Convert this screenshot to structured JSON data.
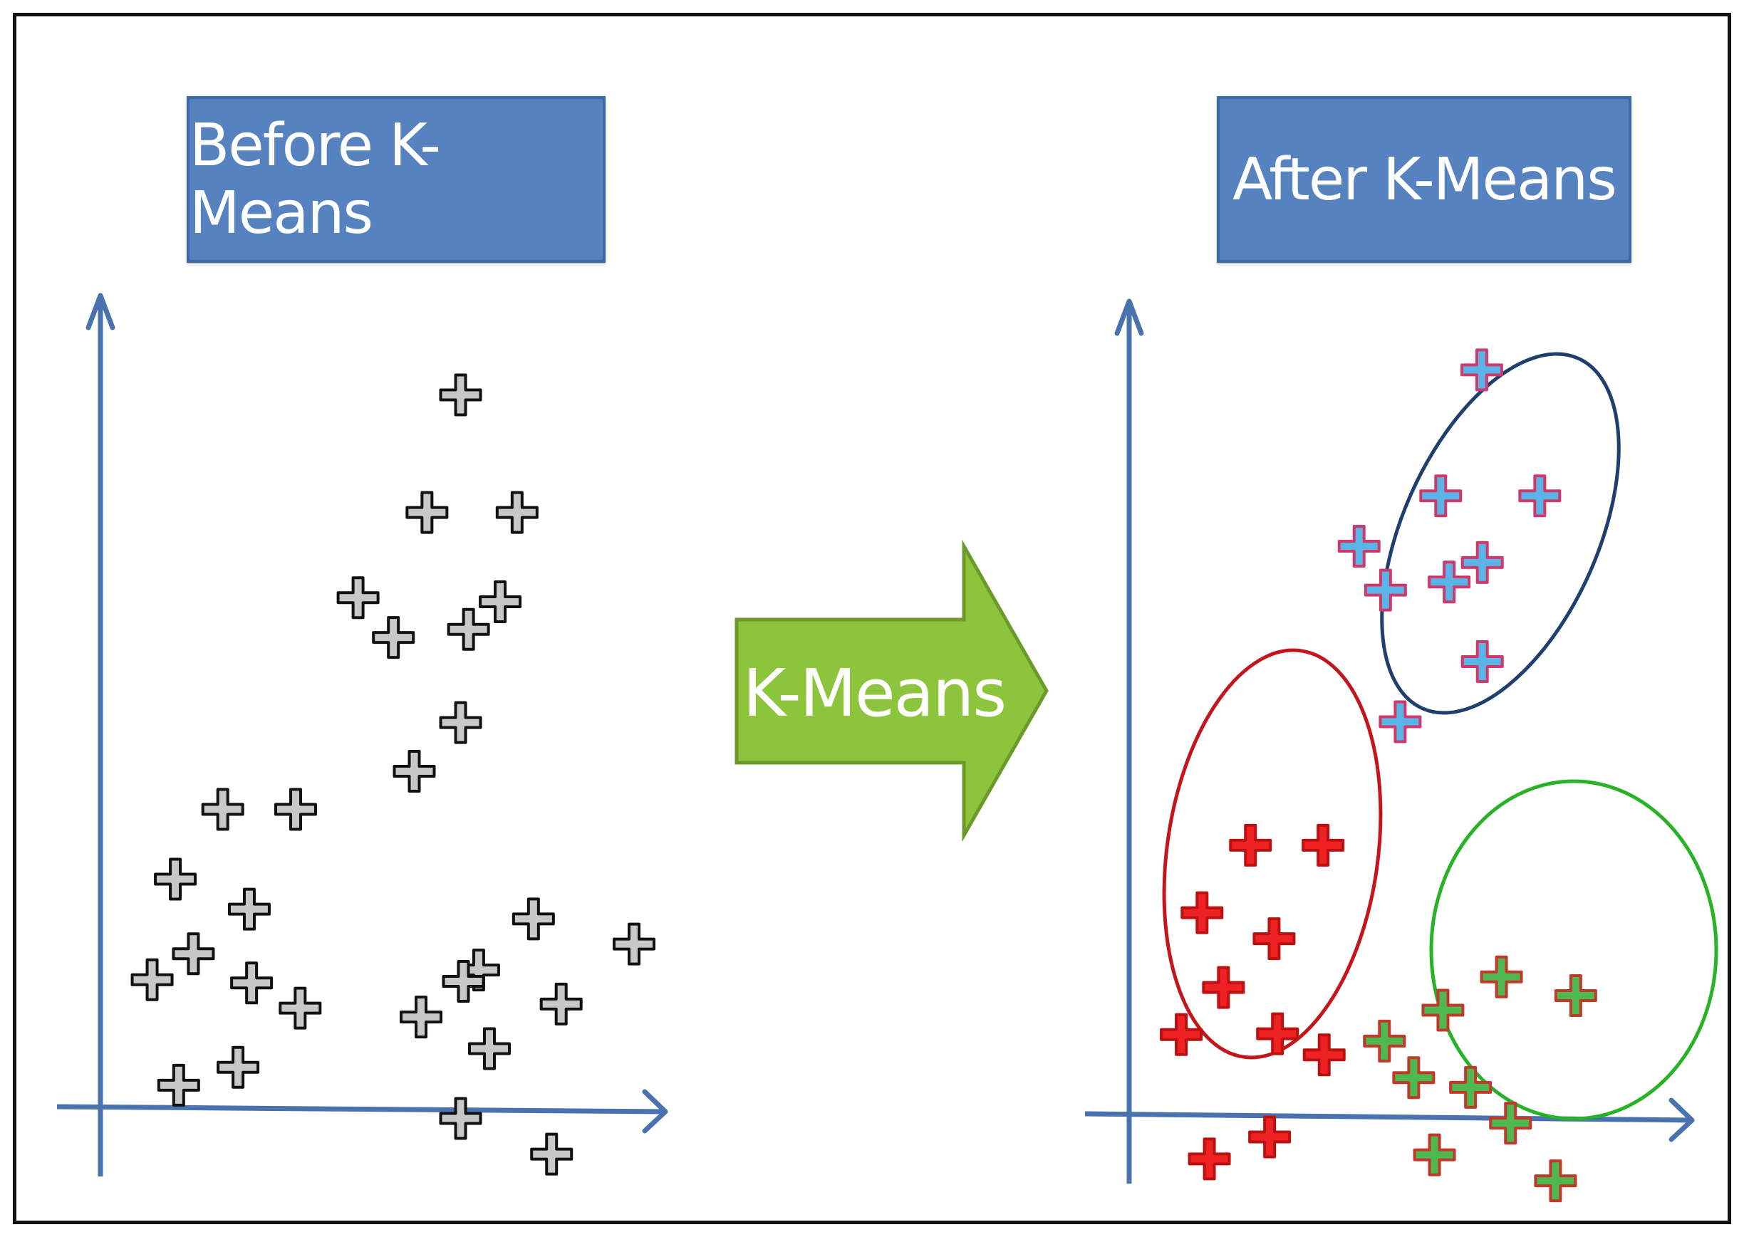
{
  "before_panel": {
    "title": "Before K-Means",
    "point_color": "#c8c8c8",
    "points": [
      [
        0.6375,
        0.8775
      ],
      [
        0.578,
        0.7325
      ],
      [
        0.7375,
        0.7325
      ],
      [
        0.456,
        0.6275
      ],
      [
        0.5185,
        0.5785
      ],
      [
        0.6515,
        0.5885
      ],
      [
        0.7075,
        0.6225
      ],
      [
        0.6375,
        0.4735
      ],
      [
        0.5555,
        0.4135
      ],
      [
        0.2165,
        0.3665
      ],
      [
        0.3455,
        0.3665
      ],
      [
        0.1325,
        0.2805
      ],
      [
        0.2635,
        0.2435
      ],
      [
        0.1645,
        0.1885
      ],
      [
        0.2675,
        0.1525
      ],
      [
        0.0915,
        0.1565
      ],
      [
        0.3535,
        0.1215
      ],
      [
        0.1385,
        0.0265
      ],
      [
        0.2435,
        0.0485
      ],
      [
        0.5675,
        0.1105
      ],
      [
        0.6695,
        0.1685
      ],
      [
        0.7665,
        0.2315
      ],
      [
        0.6425,
        0.1545
      ],
      [
        0.6885,
        0.0715
      ],
      [
        0.8155,
        0.1265
      ],
      [
        0.9445,
        0.2005
      ],
      [
        0.6375,
        -0.0145
      ],
      [
        0.7985,
        -0.0585
      ]
    ]
  },
  "after_panel": {
    "title": "After K-Means",
    "clusters": [
      {
        "color": "#ee2222",
        "outline": "#bb1111",
        "ellipse_color": "#c4151c",
        "points": [
          [
            0.2155,
            0.3305
          ],
          [
            0.3445,
            0.3305
          ],
          [
            0.1295,
            0.2475
          ],
          [
            0.2575,
            0.2155
          ],
          [
            0.1675,
            0.1555
          ],
          [
            0.2635,
            0.0985
          ],
          [
            0.0925,
            0.0975
          ],
          [
            0.3465,
            0.0725
          ],
          [
            0.1425,
            -0.0555
          ],
          [
            0.2495,
            -0.0285
          ]
        ]
      },
      {
        "color": "#5ab4e8",
        "outline": "#d03a6a",
        "ellipse_color": "#1f3f6e",
        "points": [
          [
            0.6265,
            0.9155
          ],
          [
            0.5535,
            0.7605
          ],
          [
            0.7295,
            0.7605
          ],
          [
            0.4085,
            0.6985
          ],
          [
            0.6275,
            0.6785
          ],
          [
            0.4555,
            0.6445
          ],
          [
            0.5685,
            0.6545
          ],
          [
            0.6275,
            0.5565
          ],
          [
            0.4815,
            0.4825
          ]
        ]
      },
      {
        "color": "#4fb84f",
        "outline": "#c0392b",
        "ellipse_color": "#27b227",
        "points": [
          [
            0.6615,
            0.1685
          ],
          [
            0.5575,
            0.1275
          ],
          [
            0.4535,
            0.0895
          ],
          [
            0.7935,
            0.1455
          ],
          [
            0.5055,
            0.0445
          ],
          [
            0.6065,
            0.0325
          ],
          [
            0.6775,
            -0.0115
          ],
          [
            0.5425,
            -0.0505
          ],
          [
            0.7575,
            -0.0825
          ]
        ]
      }
    ]
  },
  "arrow": {
    "label": "K-Means",
    "fill": "#8cc43c",
    "stroke": "#6c9a2a"
  },
  "colors": {
    "title_box": "#5683c0",
    "axis": "#4a72ae",
    "frame": "#111111"
  }
}
